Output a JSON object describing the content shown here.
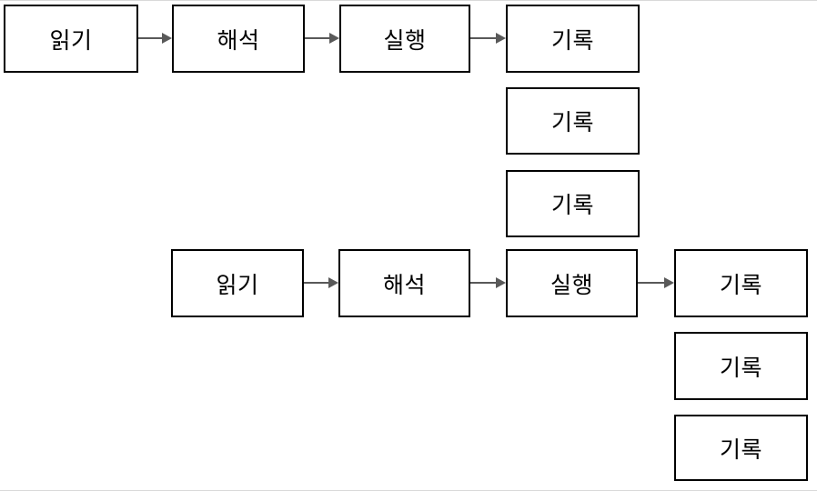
{
  "flowchart": {
    "row1": {
      "nodes": [
        {
          "id": "read",
          "label": "읽기"
        },
        {
          "id": "interpret",
          "label": "해석"
        },
        {
          "id": "execute",
          "label": "실행"
        },
        {
          "id": "record-1",
          "label": "기록"
        },
        {
          "id": "record-2",
          "label": "기록"
        },
        {
          "id": "record-3",
          "label": "기록"
        }
      ]
    },
    "row2": {
      "nodes": [
        {
          "id": "read",
          "label": "읽기"
        },
        {
          "id": "interpret",
          "label": "해석"
        },
        {
          "id": "execute",
          "label": "실행"
        },
        {
          "id": "record-1",
          "label": "기록"
        },
        {
          "id": "record-2",
          "label": "기록"
        },
        {
          "id": "record-3",
          "label": "기록"
        }
      ]
    },
    "colors": {
      "box_border": "#000000",
      "box_fill": "#ffffff",
      "text": "#000000",
      "arrow": "#595959",
      "canvas_edge": "#d9d9d9",
      "background": "#ffffff"
    }
  }
}
